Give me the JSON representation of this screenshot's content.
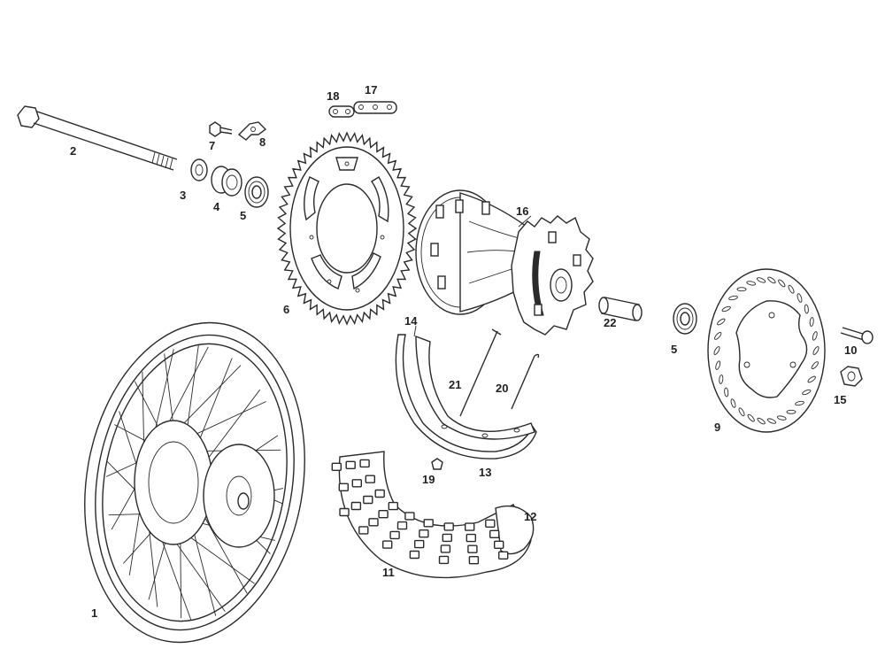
{
  "callouts": {
    "p1": "1",
    "p2": "2",
    "p3": "3",
    "p4": "4",
    "p5a": "5",
    "p5b": "5",
    "p6": "6",
    "p7": "7",
    "p8": "8",
    "p9": "9",
    "p10": "10",
    "p11": "11",
    "p12": "12",
    "p13": "13",
    "p14": "14",
    "p15": "15",
    "p16": "16",
    "p17": "17",
    "p18": "18",
    "p19": "19",
    "p20": "20",
    "p21": "21",
    "p22": "22"
  },
  "colors": {
    "line": "#2a2a2a",
    "background": "#ffffff"
  }
}
